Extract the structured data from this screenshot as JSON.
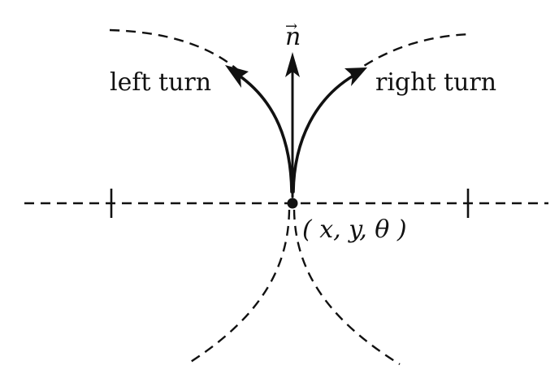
{
  "labels": {
    "normal_vector": "n",
    "normal_vector_arrow": "→",
    "left_turn": "left turn",
    "right_turn": "right turn",
    "state": "( x, y, θ )"
  },
  "colors": {
    "ink": "#111111",
    "background": "#ffffff"
  }
}
